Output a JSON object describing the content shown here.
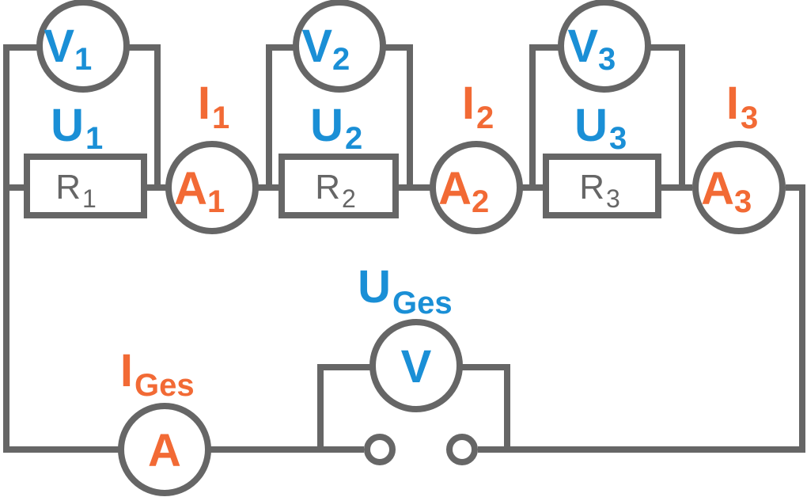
{
  "colors": {
    "wire": "#666666",
    "voltage": "#1a8fd6",
    "current": "#f26a35",
    "resistor_text": "#666666",
    "background": "#ffffff"
  },
  "voltmeters": [
    {
      "symbol": "V",
      "index": "1"
    },
    {
      "symbol": "V",
      "index": "2"
    },
    {
      "symbol": "V",
      "index": "3"
    },
    {
      "symbol": "V",
      "index": ""
    }
  ],
  "ammeters": [
    {
      "symbol": "A",
      "index": "1"
    },
    {
      "symbol": "A",
      "index": "2"
    },
    {
      "symbol": "A",
      "index": "3"
    },
    {
      "symbol": "A",
      "index": ""
    }
  ],
  "resistors": [
    {
      "symbol": "R",
      "index": "1"
    },
    {
      "symbol": "R",
      "index": "2"
    },
    {
      "symbol": "R",
      "index": "3"
    }
  ],
  "voltage_labels": [
    {
      "symbol": "U",
      "index": "1"
    },
    {
      "symbol": "U",
      "index": "2"
    },
    {
      "symbol": "U",
      "index": "3"
    },
    {
      "symbol": "U",
      "index": "Ges"
    }
  ],
  "current_labels": [
    {
      "symbol": "I",
      "index": "1"
    },
    {
      "symbol": "I",
      "index": "2"
    },
    {
      "symbol": "I",
      "index": "3"
    },
    {
      "symbol": "I",
      "index": "Ges"
    }
  ]
}
